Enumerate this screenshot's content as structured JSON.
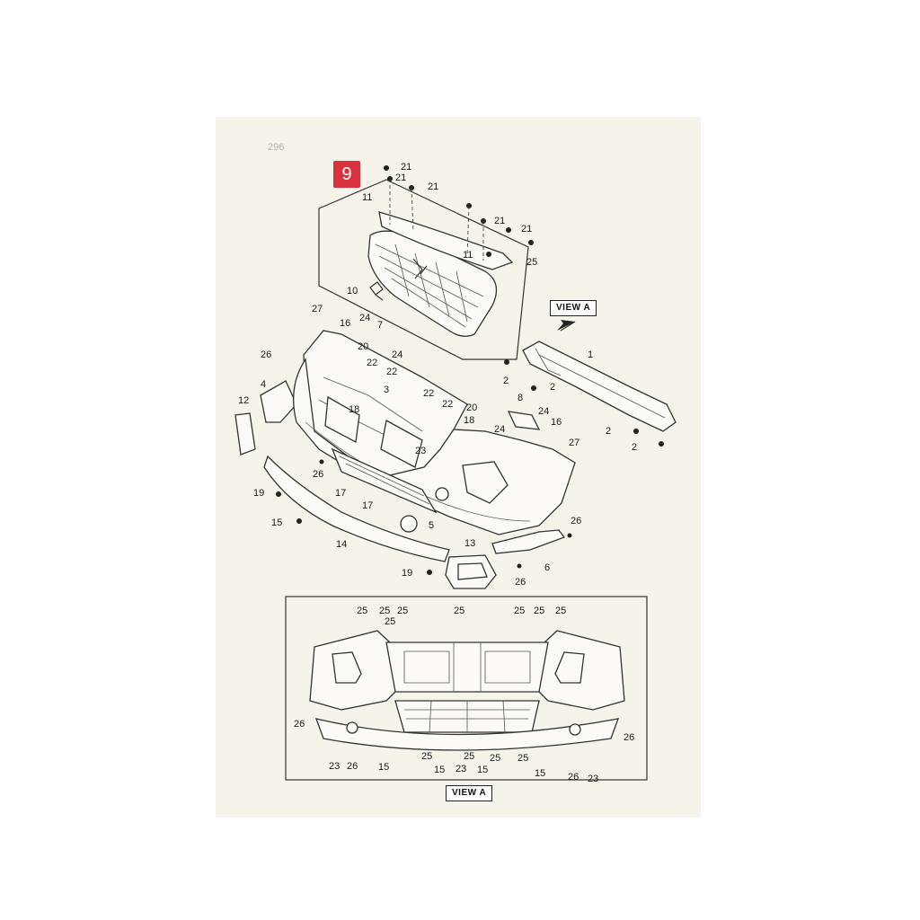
{
  "page_label": "296",
  "callout": {
    "number": "9",
    "color": "#d9323c"
  },
  "view_tags": {
    "upper": "VIEW A",
    "lower": "VIEW A"
  },
  "upper_labels": {
    "l21a": "21",
    "l21b": "21",
    "l21c": "21",
    "l21d": "21",
    "l21e": "21",
    "l11a": "11",
    "l11b": "11",
    "l25": "25",
    "l10": "10",
    "l27a": "27",
    "l16a": "16",
    "l24a": "24",
    "l7": "7",
    "l20a": "20",
    "l24b": "24",
    "l22a": "22",
    "l22b": "22",
    "l26a": "26",
    "l4": "4",
    "l18a": "18",
    "l3": "3",
    "l22c": "22",
    "l22d": "22",
    "l12": "12",
    "l20b": "20",
    "l18b": "18",
    "l23": "23",
    "l26b": "26",
    "l17a": "17",
    "l17b": "17",
    "l19a": "19",
    "l15": "15",
    "l14": "14",
    "l5": "5",
    "l13": "13",
    "l19b": "19",
    "l1": "1",
    "l2a": "2",
    "l2b": "2",
    "l2c": "2",
    "l2d": "2",
    "l8": "8",
    "l24c": "24",
    "l24d": "24",
    "l16b": "16",
    "l27b": "27",
    "l26c": "26",
    "l6": "6",
    "l26d": "26"
  },
  "view_labels": {
    "t25a": "25",
    "t25b": "25",
    "t25c": "25",
    "t25d": "25",
    "t25e": "25",
    "t25f": "25",
    "t25g": "25",
    "t25h": "25",
    "b26a": "26",
    "b23a": "23",
    "b26b": "26",
    "b15a": "15",
    "b25a": "25",
    "b15b": "15",
    "b25b": "25",
    "b23b": "23",
    "b15c": "15",
    "b25c": "25",
    "b25d": "25",
    "b15d": "15",
    "b26c": "26",
    "b23c": "23",
    "b26d": "26"
  }
}
